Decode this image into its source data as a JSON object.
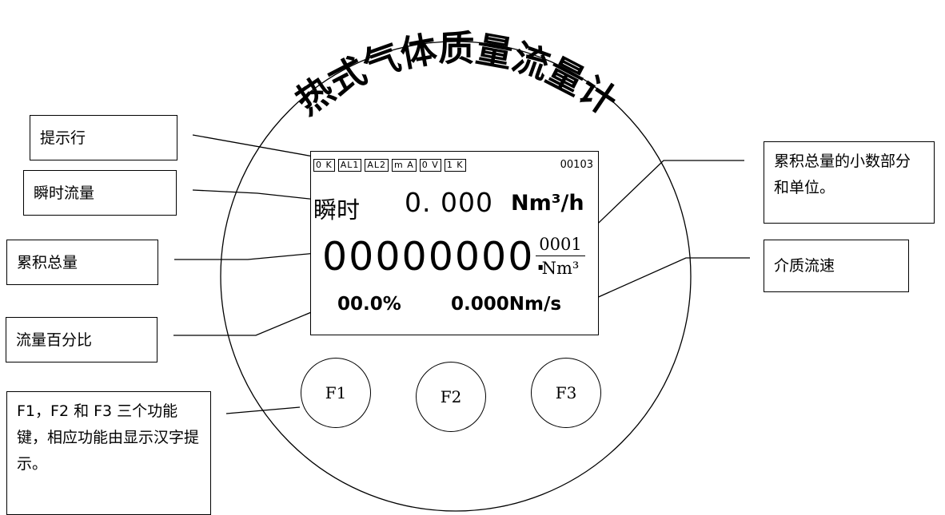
{
  "title": "热式气体质量流量计",
  "lcd": {
    "indicators": [
      "0 K",
      "AL1",
      "AL2",
      "m A",
      "0 V",
      "1 K"
    ],
    "code": "00103",
    "instant_label": "瞬时",
    "instant_value": "0. 000",
    "instant_unit": "Nm³/h",
    "total_value": "00000000.",
    "total_decimal": "0001",
    "total_unit": "Nm³",
    "percent": "00.0%",
    "velocity": "0.000Nm/s"
  },
  "keys": [
    "F1",
    "F2",
    "F3"
  ],
  "callouts": {
    "prompt_line": "提示行",
    "instant_flow": "瞬时流量",
    "total_flow": "累积总量",
    "flow_percent": "流量百分比",
    "function_keys": "F1，F2 和 F3 三个功能键，相应功能由显示汉字提示。",
    "total_decimal_unit": "累积总量的小数部分和单位。",
    "medium_velocity": "介质流速"
  }
}
